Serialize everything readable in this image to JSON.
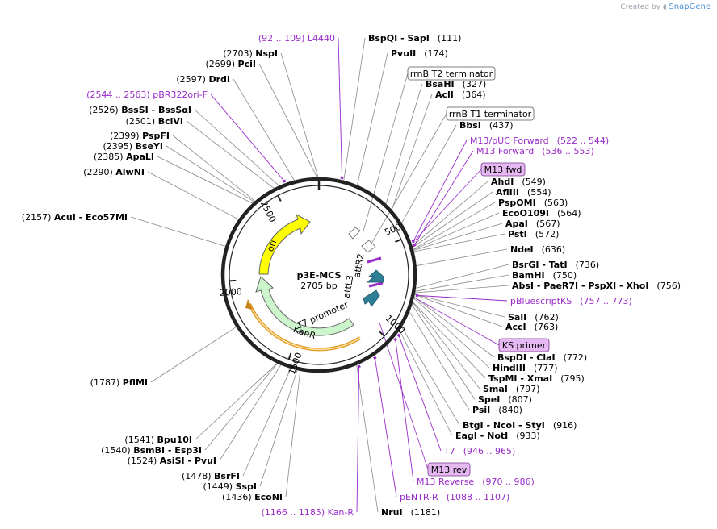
{
  "credit": {
    "prefix": "Created by",
    "brand": "SnapGene"
  },
  "plasmid": {
    "name": "p3E-MCS",
    "size": "2705 bp",
    "total_bp": 2705
  },
  "ticks": [
    "500",
    "1000",
    "1500",
    "2000",
    "2500"
  ],
  "enzymes": [
    {
      "pos": 111,
      "parts": [
        "BspQI",
        "SapI"
      ],
      "num": "(111)"
    },
    {
      "pos": 174,
      "parts": [
        "PvuII"
      ],
      "num": "(174)"
    },
    {
      "pos": 327,
      "parts": [
        "BsaHI"
      ],
      "num": "(327)"
    },
    {
      "pos": 364,
      "parts": [
        "AclI"
      ],
      "num": "(364)"
    },
    {
      "pos": 437,
      "parts": [
        "BbsI"
      ],
      "num": "(437)"
    },
    {
      "pos": 549,
      "parts": [
        "AhdI"
      ],
      "num": "(549)"
    },
    {
      "pos": 554,
      "parts": [
        "AflIII"
      ],
      "num": "(554)"
    },
    {
      "pos": 563,
      "parts": [
        "PspOMI"
      ],
      "num": "(563)"
    },
    {
      "pos": 564,
      "parts": [
        "EcoO109I"
      ],
      "num": "(564)"
    },
    {
      "pos": 567,
      "parts": [
        "ApaI"
      ],
      "num": "(567)"
    },
    {
      "pos": 572,
      "parts": [
        "PstI"
      ],
      "num": "(572)"
    },
    {
      "pos": 636,
      "parts": [
        "NdeI"
      ],
      "num": "(636)"
    },
    {
      "pos": 736,
      "parts": [
        "BsrGI",
        "TatI"
      ],
      "num": "(736)"
    },
    {
      "pos": 750,
      "parts": [
        "BamHI"
      ],
      "num": "(750)"
    },
    {
      "pos": 756,
      "parts": [
        "AbsI",
        "PaeR7I",
        "PspXI",
        "XhoI"
      ],
      "num": "(756)"
    },
    {
      "pos": 762,
      "parts": [
        "SalI"
      ],
      "num": "(762)"
    },
    {
      "pos": 763,
      "parts": [
        "AccI"
      ],
      "num": "(763)"
    },
    {
      "pos": 772,
      "parts": [
        "BspDI",
        "ClaI"
      ],
      "num": "(772)"
    },
    {
      "pos": 777,
      "parts": [
        "HindIII"
      ],
      "num": "(777)"
    },
    {
      "pos": 795,
      "parts": [
        "TspMI",
        "XmaI"
      ],
      "num": "(795)"
    },
    {
      "pos": 797,
      "parts": [
        "SmaI"
      ],
      "num": "(797)"
    },
    {
      "pos": 807,
      "parts": [
        "SpeI"
      ],
      "num": "(807)"
    },
    {
      "pos": 840,
      "parts": [
        "PsiI"
      ],
      "num": "(840)"
    },
    {
      "pos": 916,
      "parts": [
        "BtgI",
        "NcoI",
        "StyI"
      ],
      "num": "(916)"
    },
    {
      "pos": 933,
      "parts": [
        "EagI",
        "NotI"
      ],
      "num": "(933)"
    },
    {
      "pos": 1181,
      "parts": [
        "NruI"
      ],
      "num": "(1181)"
    },
    {
      "pos": 1436,
      "parts": [
        "EcoNI"
      ],
      "num": "(1436)"
    },
    {
      "pos": 1449,
      "parts": [
        "SspI"
      ],
      "num": "(1449)"
    },
    {
      "pos": 1478,
      "parts": [
        "BsrFI"
      ],
      "num": "(1478)"
    },
    {
      "pos": 1524,
      "parts": [
        "AsiSI",
        "PvuI"
      ],
      "num": "(1524)"
    },
    {
      "pos": 1540,
      "parts": [
        "BsmBI",
        "Esp3I"
      ],
      "num": "(1540)"
    },
    {
      "pos": 1541,
      "parts": [
        "Bpu10I"
      ],
      "num": "(1541)"
    },
    {
      "pos": 1787,
      "parts": [
        "PflMI"
      ],
      "num": "(1787)"
    },
    {
      "pos": 2157,
      "parts": [
        "AcuI",
        "Eco57MI"
      ],
      "num": "(2157)"
    },
    {
      "pos": 2290,
      "parts": [
        "AlwNI"
      ],
      "num": "(2290)"
    },
    {
      "pos": 2385,
      "parts": [
        "ApaLI"
      ],
      "num": "(2385)"
    },
    {
      "pos": 2395,
      "parts": [
        "BseYI"
      ],
      "num": "(2395)"
    },
    {
      "pos": 2399,
      "parts": [
        "PspFI"
      ],
      "num": "(2399)"
    },
    {
      "pos": 2501,
      "parts": [
        "BciVI"
      ],
      "num": "(2501)"
    },
    {
      "pos": 2526,
      "parts": [
        "BssSI",
        "BssSαI"
      ],
      "num": "(2526)"
    },
    {
      "pos": 2597,
      "parts": [
        "DrdI"
      ],
      "num": "(2597)"
    },
    {
      "pos": 2699,
      "parts": [
        "PciI"
      ],
      "num": "(2699)"
    },
    {
      "pos": 2703,
      "parts": [
        "NspI"
      ],
      "num": "(2703)"
    }
  ],
  "primers": [
    {
      "pos": 100,
      "name": "L4440",
      "range": "(92 .. 109)"
    },
    {
      "pos": 529,
      "name": "M13/pUC Forward",
      "range": "(522 .. 544)"
    },
    {
      "pos": 545,
      "name": "M13 Forward",
      "range": "(536 .. 553)"
    },
    {
      "pos": 765,
      "name": "pBluescriptKS",
      "range": "(757 .. 773)"
    },
    {
      "pos": 955,
      "name": "T7",
      "range": "(946 .. 965)"
    },
    {
      "pos": 978,
      "name": "M13 Reverse",
      "range": "(970 .. 986)"
    },
    {
      "pos": 1097,
      "name": "pENTR-R",
      "range": "(1088 .. 1107)"
    },
    {
      "pos": 1175,
      "name": "Kan-R",
      "range": "(1166 .. 1185)"
    },
    {
      "pos": 2553,
      "name": "pBR322ori-F",
      "range": "(2544 .. 2563)"
    }
  ],
  "boxed_labels": [
    {
      "text": "rrnB T2 terminator",
      "style": "terminator"
    },
    {
      "text": "rrnB T1 terminator",
      "style": "terminator"
    },
    {
      "text": "M13 fwd",
      "style": "primer"
    },
    {
      "text": "KS primer",
      "style": "primer"
    },
    {
      "text": "M13 rev",
      "style": "primer"
    }
  ],
  "features": [
    {
      "name": "ori",
      "color": "#ffff00"
    },
    {
      "name": "KanR",
      "color": "#ccf5cc"
    },
    {
      "name": "T7 promoter",
      "color": "#ccf5cc"
    },
    {
      "name": "attR2",
      "color": "#2e7f96"
    },
    {
      "name": "attL3",
      "color": "#2e7f96"
    }
  ],
  "colors": {
    "backbone": "#222222",
    "primer": "#9a2bc9",
    "primer_box": "#e6b8f2",
    "leader": "#888888",
    "kanr_outline": "#e09a1c"
  }
}
